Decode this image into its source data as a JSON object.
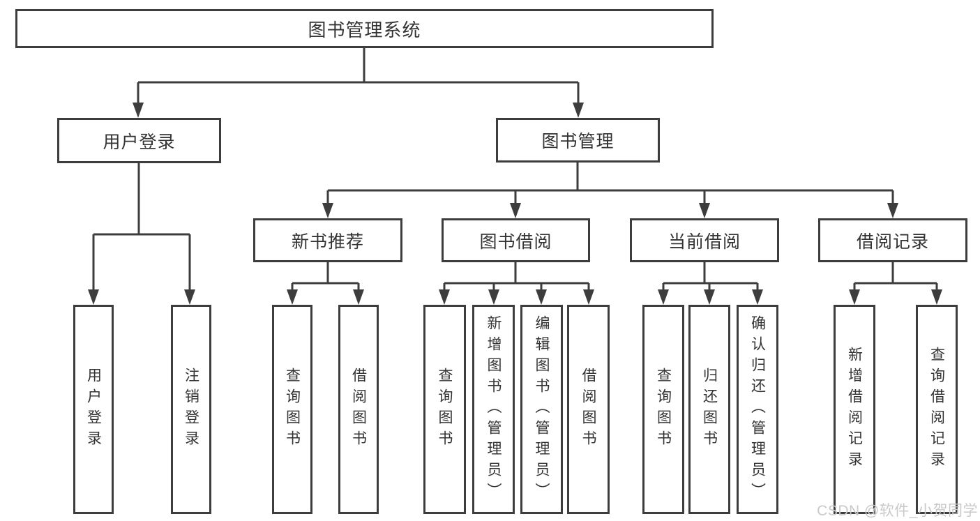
{
  "nodes": {
    "root": "图书管理系统",
    "user_login": "用户登录",
    "book_mgmt": "图书管理",
    "new_book_rec": "新书推荐",
    "book_borrow": "图书借阅",
    "current_borrow": "当前借阅",
    "borrow_record": "借阅记录",
    "leaf_user_login": "用户登录",
    "leaf_logout": "注销登录",
    "leaf_query_book_1": "查询图书",
    "leaf_borrow_book_1": "借阅图书",
    "leaf_query_book_2": "查询图书",
    "leaf_add_book": "新增图书（管理员）",
    "leaf_edit_book": "编辑图书（管理员）",
    "leaf_borrow_book_2": "借阅图书",
    "leaf_query_book_3": "查询图书",
    "leaf_return_book": "归还图书",
    "leaf_confirm_return": "确认归还（管理员）",
    "leaf_add_record": "新增借阅记录",
    "leaf_query_record": "查询借阅记录"
  },
  "watermark": {
    "text": "CSDN @软件_小贺同学"
  },
  "colors": {
    "line": "#3d3d3d",
    "text": "#333333",
    "box_background": "#ffffff",
    "watermark": "#c9c9c9"
  }
}
